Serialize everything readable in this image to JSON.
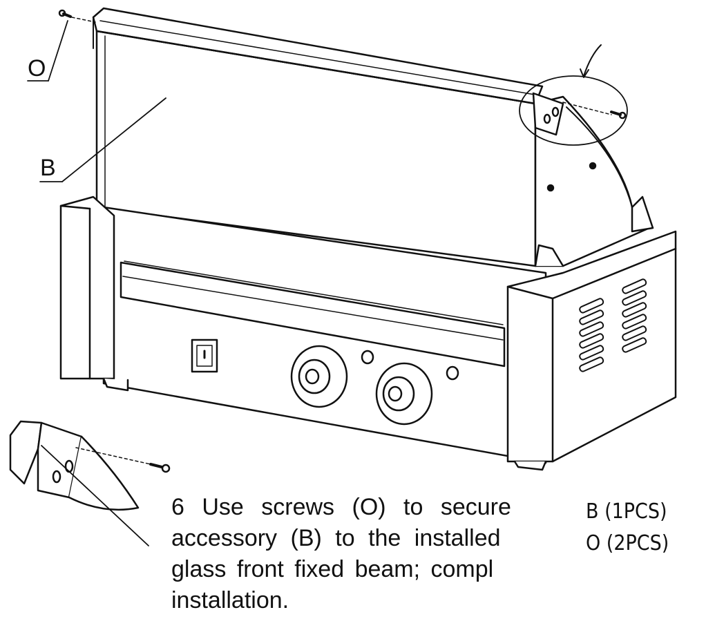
{
  "callouts": {
    "screw_label": "O",
    "accessory_label": "B"
  },
  "instructions": {
    "line1": "6 Use screws (O) to secure",
    "line2": "accessory (B) to the installed",
    "line3": "glass front fixed beam; compl",
    "line4": "installation."
  },
  "parts_list": [
    "B (1PCS)",
    "O (2PCS)"
  ]
}
